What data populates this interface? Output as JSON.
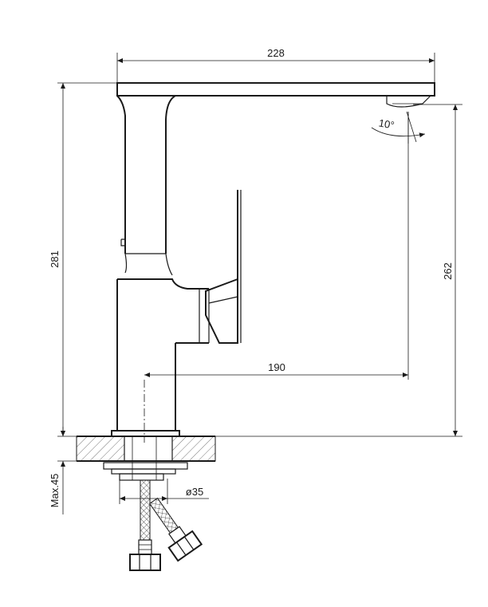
{
  "dimensions": {
    "overall_width": "228",
    "overall_height": "281",
    "spout_height": "262",
    "spout_reach": "190",
    "spout_angle": "10°",
    "max_counter_thickness": "Max.45",
    "mounting_hole_diameter": "ø35"
  },
  "colors": {
    "line": "#1a1a1a",
    "hatch": "#555555",
    "background": "#ffffff"
  }
}
